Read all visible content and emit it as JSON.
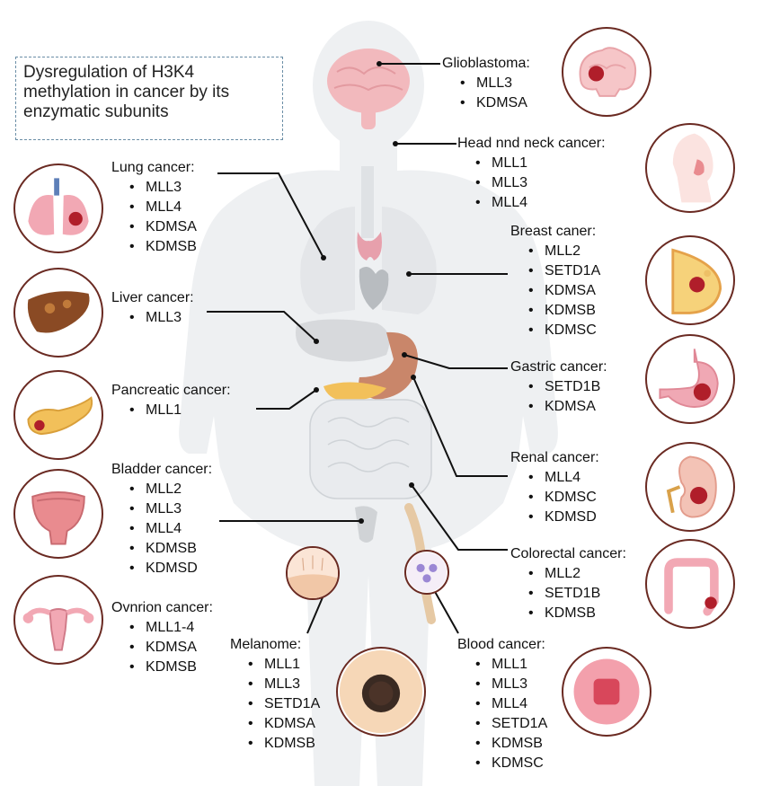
{
  "title": "Dysregulation of H3K4 methylation in cancer by its enzymatic subunits",
  "colors": {
    "leader": "#111111",
    "icon_border": "#6a2a22",
    "title_border": "#6b8ea6",
    "tumor": "#b01e2a"
  },
  "cancers": [
    {
      "id": "glioblastoma",
      "name": "Glioblastoma:",
      "genes": [
        "MLL3",
        "KDMSA"
      ],
      "icon": "brain-icon"
    },
    {
      "id": "head-neck",
      "name": "Head nnd neck cancer:",
      "genes": [
        "MLL1",
        "MLL3",
        "MLL4"
      ],
      "icon": "head-profile-icon"
    },
    {
      "id": "breast",
      "name": "Breast caner:",
      "genes": [
        "MLL2",
        "SETD1A",
        "KDMSA",
        "KDMSB",
        "KDMSC"
      ],
      "icon": "breast-icon"
    },
    {
      "id": "gastric",
      "name": "Gastric cancer:",
      "genes": [
        "SETD1B",
        "KDMSA"
      ],
      "icon": "stomach-icon"
    },
    {
      "id": "renal",
      "name": "Renal cancer:",
      "genes": [
        "MLL4",
        "KDMSC",
        "KDMSD"
      ],
      "icon": "kidney-icon"
    },
    {
      "id": "colorectal",
      "name": "Colorectal cancer:",
      "genes": [
        "MLL2",
        "SETD1B",
        "KDMSB"
      ],
      "icon": "colon-icon"
    },
    {
      "id": "blood",
      "name": "Blood cancer:",
      "genes": [
        "MLL1",
        "MLL3",
        "MLL4",
        "SETD1A",
        "KDMSB",
        "KDMSC"
      ],
      "icon": "blood-cell-icon"
    },
    {
      "id": "melanoma",
      "name": "Melanome:",
      "genes": [
        "MLL1",
        "MLL3",
        "SETD1A",
        "KDMSA",
        "KDMSB"
      ],
      "icon": "melanoma-icon"
    },
    {
      "id": "ovarian",
      "name": "Ovnrion cancer:",
      "genes": [
        "MLL1-4",
        "KDMSA",
        "KDMSB"
      ],
      "icon": "uterus-icon"
    },
    {
      "id": "bladder",
      "name": "Bladder cancer:",
      "genes": [
        "MLL2",
        "MLL3",
        "MLL4",
        "KDMSB",
        "KDMSD"
      ],
      "icon": "bladder-icon"
    },
    {
      "id": "pancreatic",
      "name": "Pancreatic cancer:",
      "genes": [
        "MLL1"
      ],
      "icon": "pancreas-icon"
    },
    {
      "id": "liver",
      "name": "Liver cancer:",
      "genes": [
        "MLL3"
      ],
      "icon": "liver-icon"
    },
    {
      "id": "lung",
      "name": "Lung cancer:",
      "genes": [
        "MLL3",
        "MLL4",
        "KDMSA",
        "KDMSB"
      ],
      "icon": "lungs-icon"
    }
  ]
}
